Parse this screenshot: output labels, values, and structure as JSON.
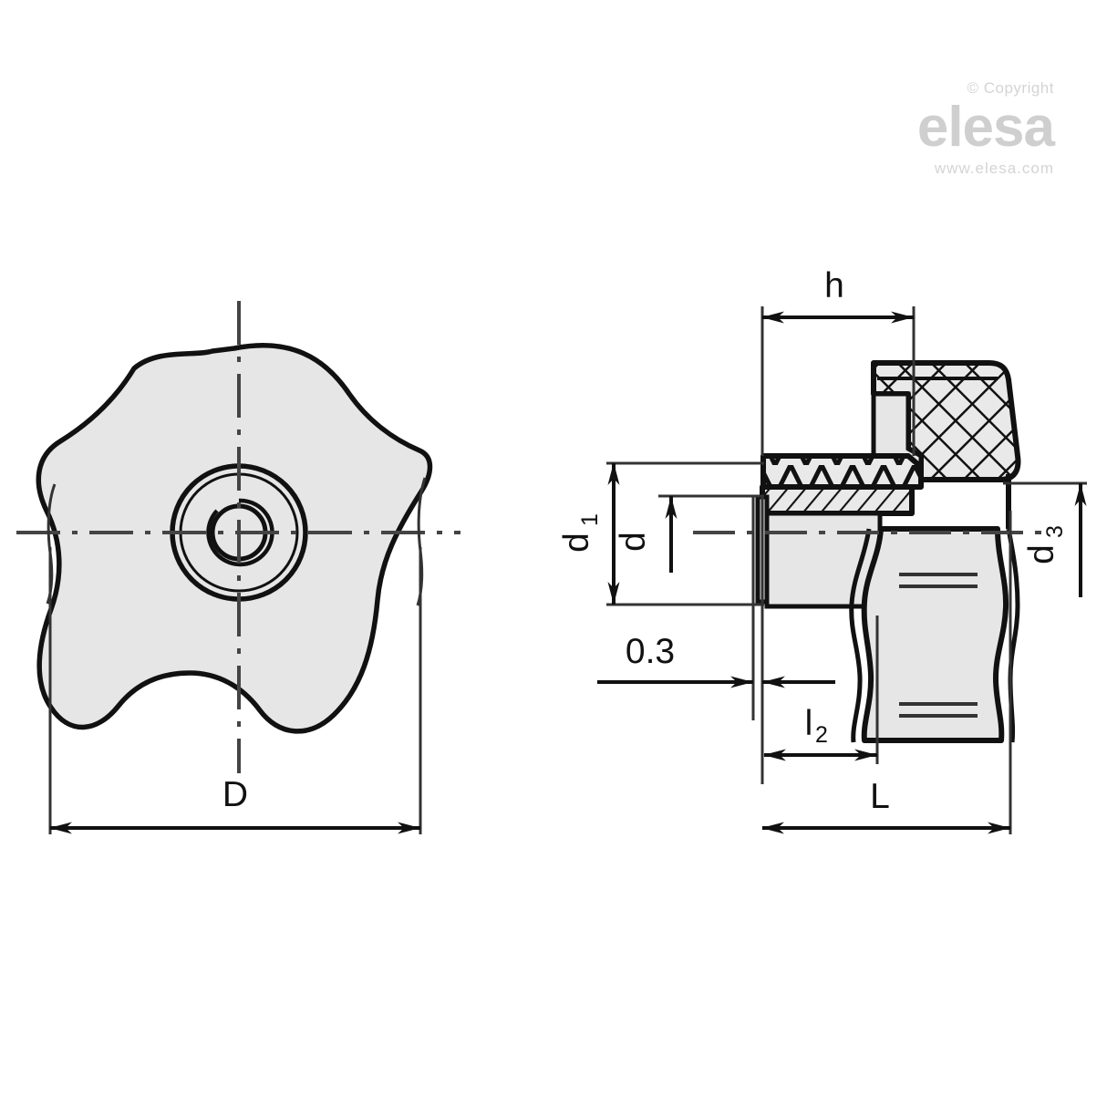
{
  "drawing": {
    "title": "Star knob technical drawing",
    "views": [
      {
        "name": "front-view",
        "description": "Five-lobed star knob front view with concentric central bore"
      },
      {
        "name": "side-view",
        "description": "Sectioned side view of star knob with threaded metal insert"
      }
    ],
    "colors": {
      "line": "#111111",
      "fill": "#e6e6e6",
      "hatch": "#111111",
      "watermark": "#cfcfcf",
      "background": "#ffffff"
    }
  },
  "watermark": {
    "copyright": "© Copyright",
    "brand": "elesa",
    "url": "www.elesa.com"
  },
  "dimensions": {
    "D": {
      "label": "D",
      "view": "front-view",
      "orientation": "horizontal"
    },
    "h": {
      "label": "h",
      "view": "side-view",
      "orientation": "horizontal"
    },
    "L": {
      "label": "L",
      "view": "side-view",
      "orientation": "horizontal"
    },
    "l2": {
      "label": "l",
      "sub": "2",
      "view": "side-view",
      "orientation": "horizontal"
    },
    "gap": {
      "label": "0.3",
      "view": "side-view",
      "orientation": "horizontal"
    },
    "d1": {
      "label": "d",
      "sub": "1",
      "view": "side-view",
      "orientation": "vertical"
    },
    "d": {
      "label": "d",
      "view": "side-view",
      "orientation": "vertical"
    },
    "d3": {
      "label": "d",
      "sub": "3",
      "view": "side-view",
      "orientation": "vertical"
    }
  }
}
